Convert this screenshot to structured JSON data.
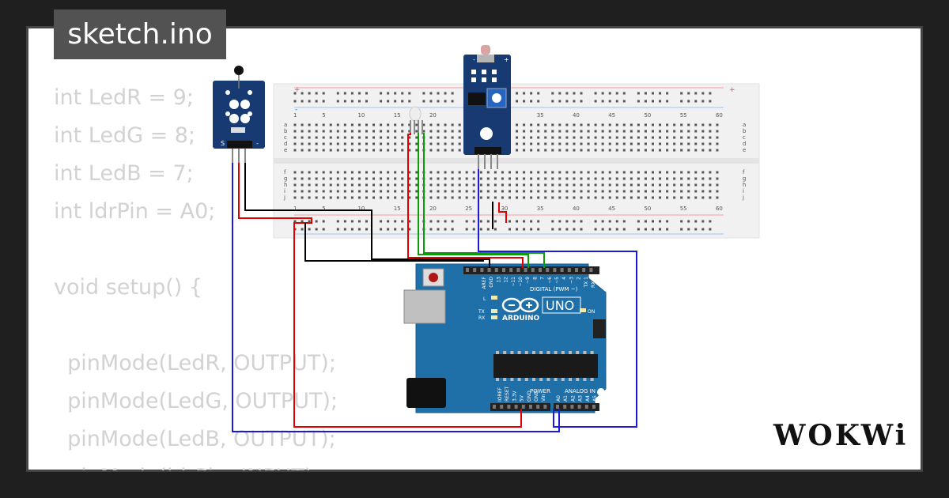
{
  "tab": {
    "title": "sketch.ino"
  },
  "code": {
    "lines": [
      "int LedR = 9;",
      "int LedG = 8;",
      "int LedB = 7;",
      "int ldrPin = A0;",
      "",
      "void setup() {",
      "",
      "  pinMode(LedR, OUTPUT);",
      "  pinMode(LedG, OUTPUT);",
      "  pinMode(LedB, OUTPUT);",
      "  pinMode(ldrPin, INPUT);"
    ]
  },
  "breadboard": {
    "top_numbers": [
      "1",
      "5",
      "10",
      "15",
      "20",
      "25",
      "30",
      "35",
      "40",
      "45",
      "50",
      "55",
      "60"
    ],
    "bottom_numbers": [
      "1",
      "5",
      "10",
      "15",
      "20",
      "25",
      "30",
      "35",
      "40",
      "45",
      "50",
      "55",
      "60"
    ],
    "row_letters_top": [
      "a",
      "b",
      "c",
      "d",
      "e"
    ],
    "row_letters_bottom": [
      "f",
      "g",
      "h",
      "i",
      "j"
    ],
    "rail_plus": "+",
    "rail_minus": "-"
  },
  "thermistor_module": {
    "pin_s": "S",
    "pin_minus": "-"
  },
  "ldr_module": {
    "pin_labels": [
      "-",
      "+"
    ]
  },
  "arduino": {
    "brand": "ARDUINO",
    "model": "UNO",
    "digital_label": "DIGITAL (PWM ~)",
    "power_label": "POWER",
    "analog_label": "ANALOG IN",
    "on_label": "ON",
    "led_l": "L",
    "led_tx": "TX",
    "led_rx": "RX",
    "top_pins": [
      "AREF",
      "GND",
      "13",
      "12",
      "~11",
      "~10",
      "~9",
      "8",
      "7",
      "~6",
      "~5",
      "4",
      "~3",
      "2",
      "TX 1",
      "RX 0"
    ],
    "power_pins": [
      "IOREF",
      "RESET",
      "3.3V",
      "5V",
      "GND",
      "GND",
      "Vin"
    ],
    "analog_pins": [
      "A0",
      "A1",
      "A2",
      "A3",
      "A4",
      "A5"
    ]
  },
  "colors": {
    "board_blue": "#1f6fa8",
    "module_blue": "#173a73",
    "wire_red": "#e00000",
    "wire_green": "#0a9c0a",
    "wire_blue": "#1a1ad8",
    "wire_black": "#000000",
    "breadboard": "#f1f1f1"
  },
  "logo": {
    "text": "WOKWi"
  }
}
